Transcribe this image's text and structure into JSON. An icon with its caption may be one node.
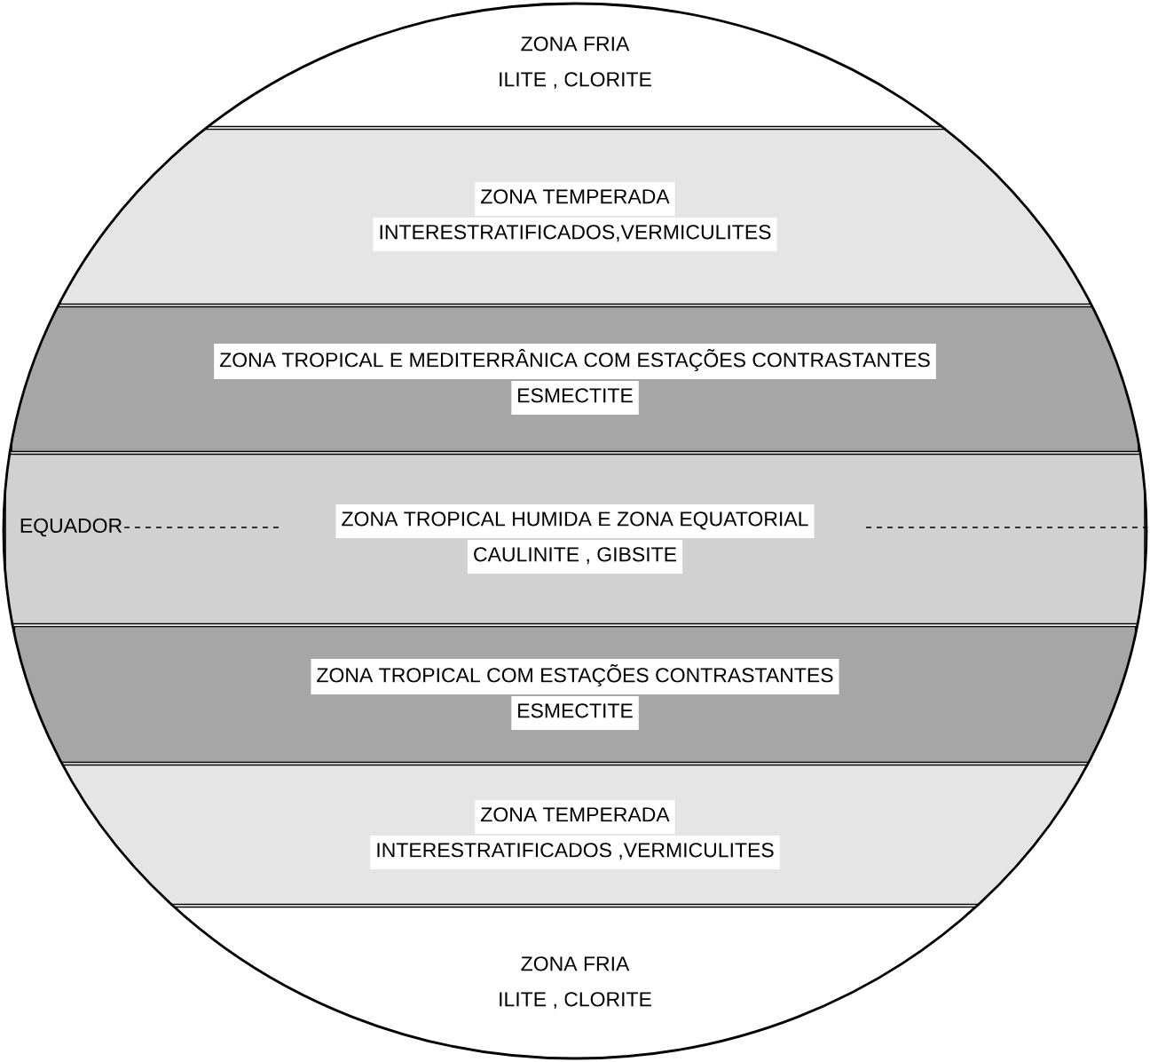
{
  "diagram": {
    "nodes": [
      {
        "text": [
          "ZONA FRIA",
          "ILITE , CLORITE"
        ]
      },
      {
        "text": [
          "ZONA TEMPERADA",
          "INTERESTRATIFICADOS,VERMICULITES"
        ]
      },
      {
        "text": [
          "ZONA TROPICAL E MEDITERRÂNICA COM ESTAÇÕES CONTRASTANTES",
          "ESMECTITE"
        ]
      },
      {
        "text": [
          "ZONA TROPICAL HUMIDA E ZONA EQUATORIAL",
          "CAULINITE , GIBSITE"
        ]
      },
      {
        "text": [
          "ZONA TROPICAL COM ESTAÇÕES CONTRASTANTES",
          "ESMECTITE"
        ]
      },
      {
        "text": [
          "ZONA TEMPERADA",
          "INTERESTRATIFICADOS ,VERMICULITES"
        ]
      },
      {
        "text": [
          "ZONA FRIA",
          "ILITE , CLORITE"
        ]
      }
    ],
    "labels": [
      "EQUADOR"
    ]
  }
}
